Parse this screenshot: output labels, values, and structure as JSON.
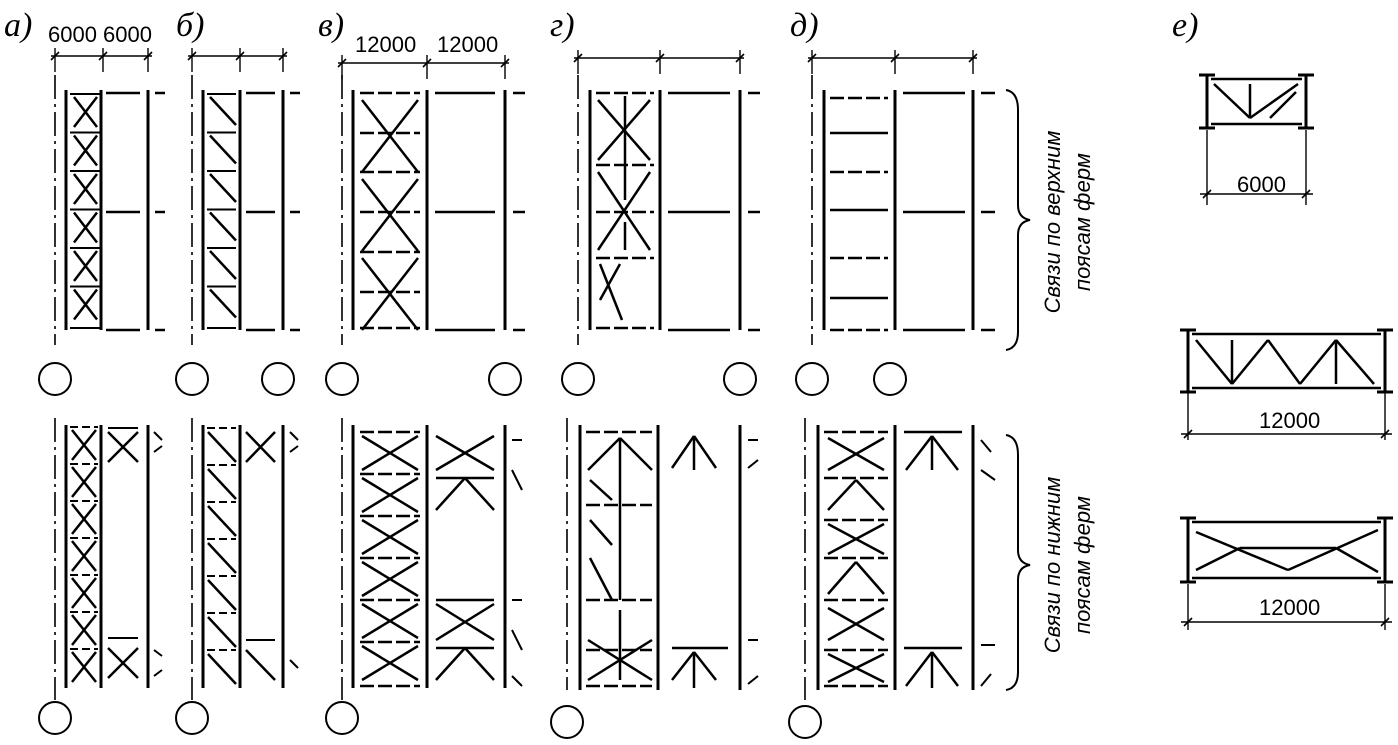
{
  "panels": [
    {
      "label": "а)",
      "dims": [
        "6000",
        "6000"
      ]
    },
    {
      "label": "б)",
      "dims": []
    },
    {
      "label": "в)",
      "dims": [
        "12000",
        "12000"
      ]
    },
    {
      "label": "г)",
      "dims": []
    },
    {
      "label": "д)",
      "dims": []
    },
    {
      "label": "е)",
      "dims": []
    }
  ],
  "side_labels": {
    "top_line1": "Связи по верхним",
    "top_line2": "поясам ферм",
    "bottom_line1": "Связи по нижним",
    "bottom_line2": "поясам ферм"
  },
  "truss_details": [
    {
      "span": "6000"
    },
    {
      "span": "12000"
    },
    {
      "span": "12000"
    }
  ],
  "colors": {
    "ink": "#000000",
    "background": "#ffffff"
  }
}
